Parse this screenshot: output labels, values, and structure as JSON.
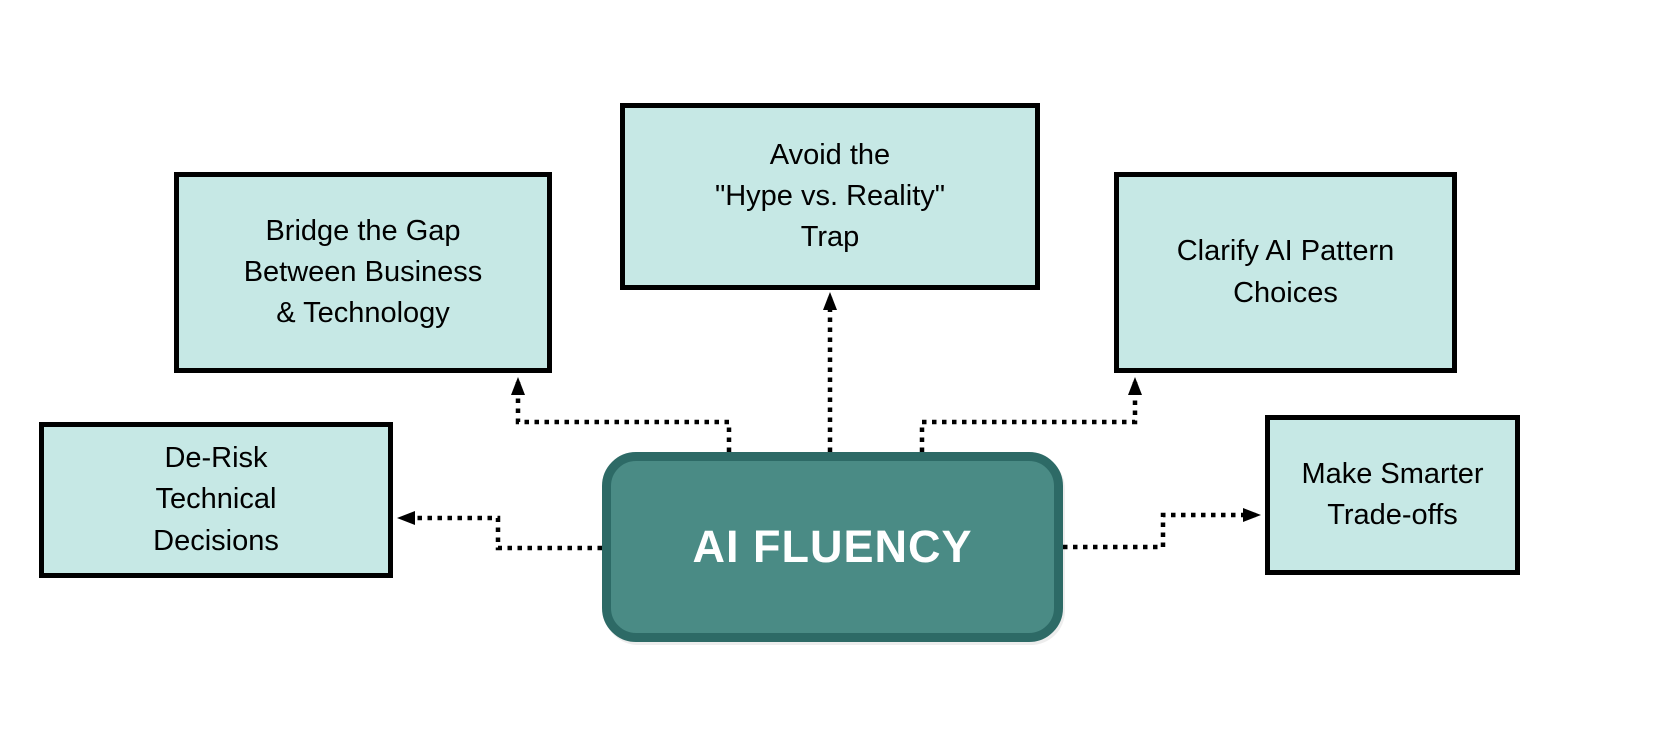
{
  "diagram_title": "AI Fluency benefits diagram",
  "center": {
    "id": "ai-fluency",
    "label": "AI FLUENCY"
  },
  "nodes": [
    {
      "id": "bridge-the-gap",
      "label": "Bridge the Gap\nBetween Business\n& Technology"
    },
    {
      "id": "avoid-hype-vs-reality-trap",
      "label": "Avoid the\n\"Hype vs. Reality\"\nTrap"
    },
    {
      "id": "clarify-ai-pattern-choices",
      "label": "Clarify AI Pattern\nChoices"
    },
    {
      "id": "de-risk-technical-decisions",
      "label": "De-Risk\nTechnical\nDecisions"
    },
    {
      "id": "make-smarter-trade-offs",
      "label": "Make Smarter\nTrade-offs"
    }
  ],
  "edges": [
    {
      "from": "ai-fluency",
      "to": "de-risk-technical-decisions",
      "style": "dotted",
      "shape": "elbow-left"
    },
    {
      "from": "ai-fluency",
      "to": "bridge-the-gap",
      "style": "dotted",
      "shape": "elbow-up-left"
    },
    {
      "from": "ai-fluency",
      "to": "avoid-hype-vs-reality-trap",
      "style": "dotted",
      "shape": "straight-up"
    },
    {
      "from": "ai-fluency",
      "to": "clarify-ai-pattern-choices",
      "style": "dotted",
      "shape": "elbow-up-right"
    },
    {
      "from": "ai-fluency",
      "to": "make-smarter-trade-offs",
      "style": "dotted",
      "shape": "elbow-right"
    }
  ],
  "colors": {
    "background": "#ffffff",
    "node_fill": "#c6e8e5",
    "node_border": "#000000",
    "node_text": "#000000",
    "center_fill": "#4a8b85",
    "center_border": "#2d6a66",
    "center_text": "#ffffff",
    "arrow": "#000000"
  }
}
